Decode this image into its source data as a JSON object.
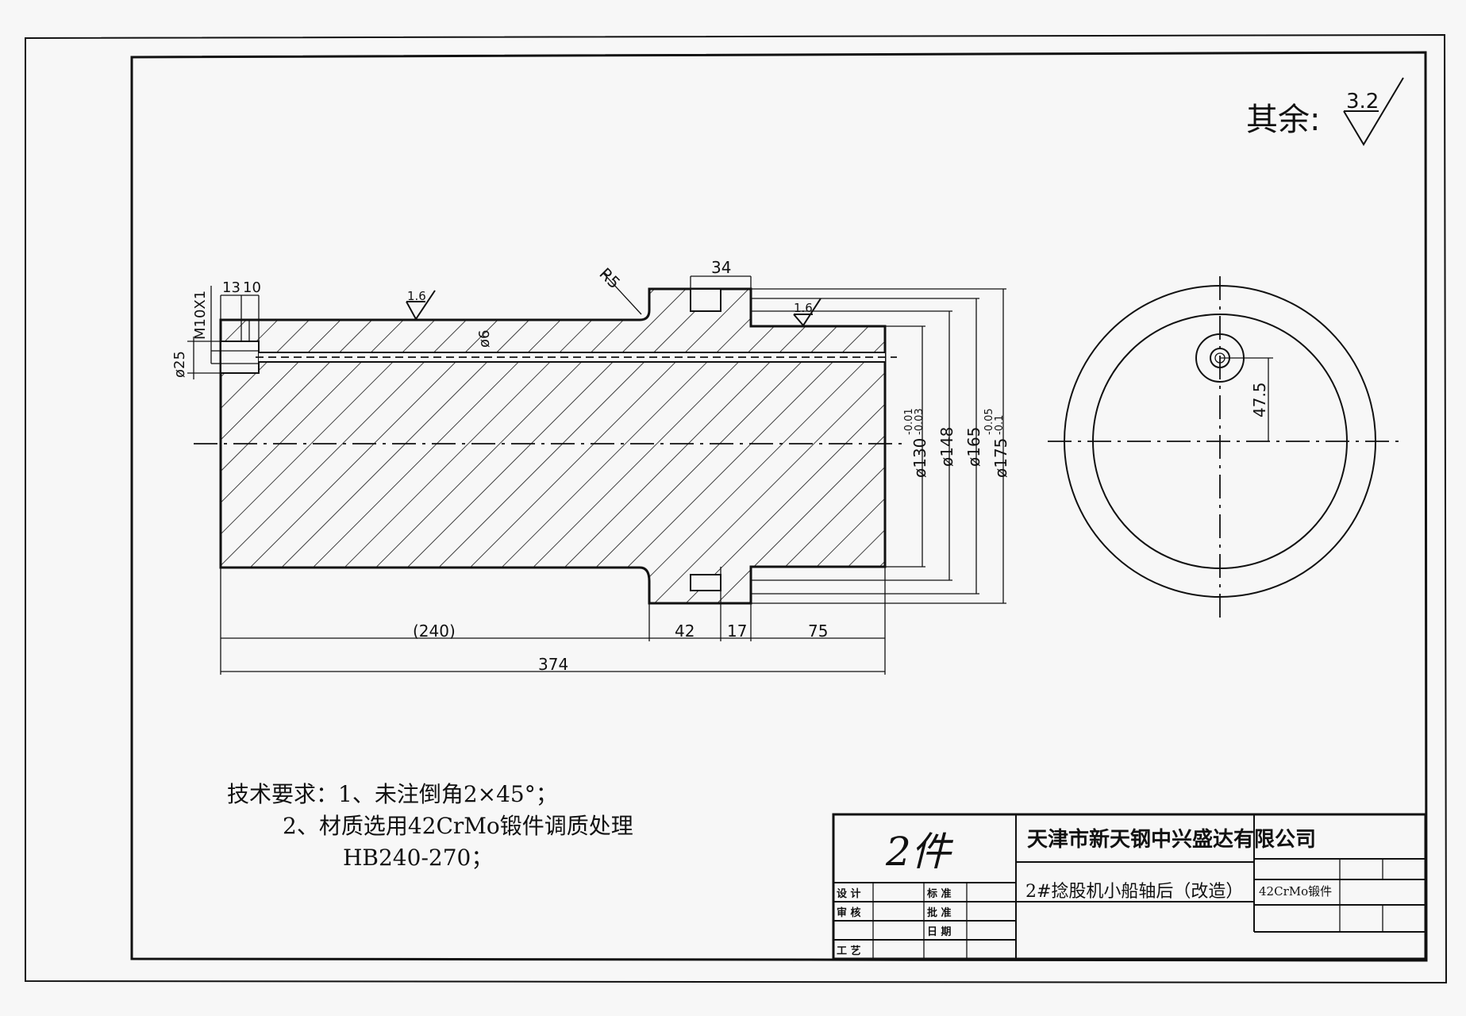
{
  "surface_note": {
    "label": "其余:",
    "roughness": "3.2"
  },
  "part_view": {
    "roughness_marks": [
      "1.6",
      "1.6"
    ],
    "radius": "R5",
    "thread": "M10X1",
    "dims_top": [
      "13",
      "10"
    ],
    "hole_dia": "ø25",
    "drill_dia": "ø6",
    "groove_width": "34",
    "diameters": {
      "d130": "ø130",
      "d130_tol_upper": "-0.01",
      "d130_tol_lower": "-0.03",
      "d148": "ø148",
      "d165": "ø165",
      "d175": "ø175",
      "d175_tol_upper": "-0.05",
      "d175_tol_lower": "-0.1"
    },
    "lengths": [
      "(240)",
      "42",
      "17",
      "75"
    ],
    "total_length": "374"
  },
  "end_view": {
    "offset": "47.5"
  },
  "requirements": {
    "line1": "技术要求：1、未注倒角2×45°；",
    "line2": "2、材质选用42CrMo锻件调质处理",
    "line3": "HB240-270；"
  },
  "title_block": {
    "quantity": "2件",
    "company": "天津市新天钢中兴盛达有限公司",
    "part_name": "2#捻股机小船轴后（改造）",
    "material": "42CrMo锻件",
    "labels": [
      "设 计",
      "标 准",
      "审 核",
      "批 准",
      "日 期",
      "工 艺"
    ]
  }
}
